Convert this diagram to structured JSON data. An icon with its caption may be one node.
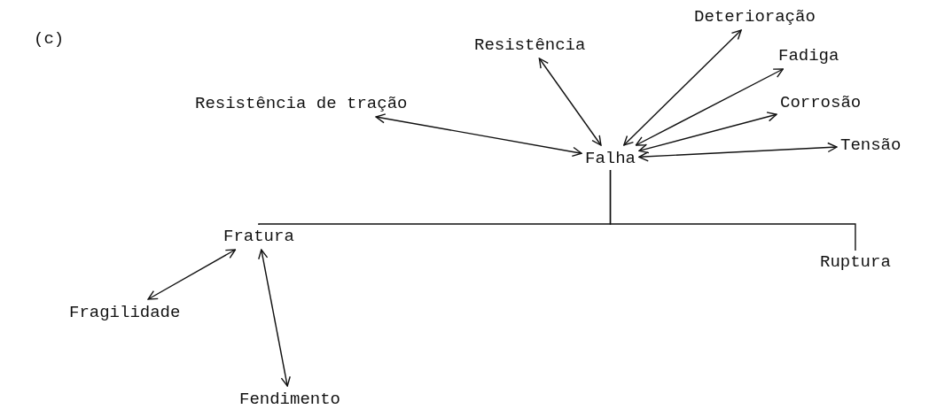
{
  "diagram": {
    "nodes": [
      {
        "text": [
          "Falha"
        ]
      },
      {
        "text": [
          "Resistência"
        ]
      },
      {
        "text": [
          "Deterioração"
        ]
      },
      {
        "text": [
          "Fadiga"
        ]
      },
      {
        "text": [
          "Corrosão"
        ]
      },
      {
        "text": [
          "Resistência de tração"
        ]
      },
      {
        "text": [
          "Tensão"
        ]
      },
      {
        "text": [
          "Fratura"
        ]
      },
      {
        "text": [
          "Ruptura"
        ]
      },
      {
        "text": [
          "Fragilidade"
        ]
      },
      {
        "text": [
          "Fendimento"
        ]
      }
    ],
    "edges": [
      {
        "from": 1,
        "to": 0,
        "arrow": "both"
      },
      {
        "from": 2,
        "to": 0,
        "arrow": "both"
      },
      {
        "from": 3,
        "to": 0,
        "arrow": "both"
      },
      {
        "from": 4,
        "to": 0,
        "arrow": "both"
      },
      {
        "from": 5,
        "to": 0,
        "arrow": "both"
      },
      {
        "from": 6,
        "to": 0,
        "arrow": "both"
      },
      {
        "from": 0,
        "to": 7,
        "arrow": "none"
      },
      {
        "from": 0,
        "to": 8,
        "arrow": "none"
      },
      {
        "from": 7,
        "to": 9,
        "arrow": "both"
      },
      {
        "from": 7,
        "to": 10,
        "arrow": "both"
      }
    ],
    "labels": [
      "(c)"
    ]
  }
}
